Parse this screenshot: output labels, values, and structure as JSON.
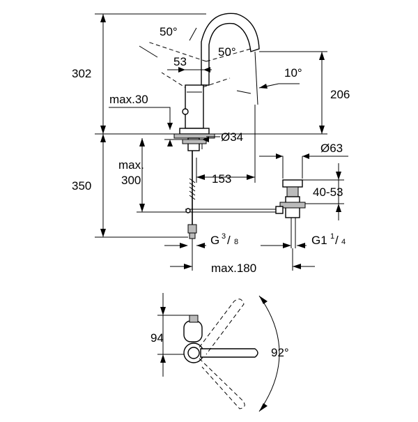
{
  "labels": {
    "angle_top_left": "50°",
    "angle_top_right": "50°",
    "dim_53": "53",
    "height_302": "302",
    "height_206": "206",
    "angle_10": "10°",
    "max_30": "max.30",
    "dia_34": "Ø34",
    "dia_63": "Ø63",
    "max_300_line1": "max.",
    "max_300_line2": "300",
    "dim_153": "153",
    "height_350": "350",
    "range_40_53": "40-53",
    "thread_g38_main": "G",
    "thread_g38_num": "3",
    "thread_g38_den": "8",
    "thread_g114_main": "G1",
    "thread_g114_num": "1",
    "thread_g114_den": "4",
    "max_180": "max.180",
    "dim_94": "94",
    "angle_92": "92°"
  }
}
